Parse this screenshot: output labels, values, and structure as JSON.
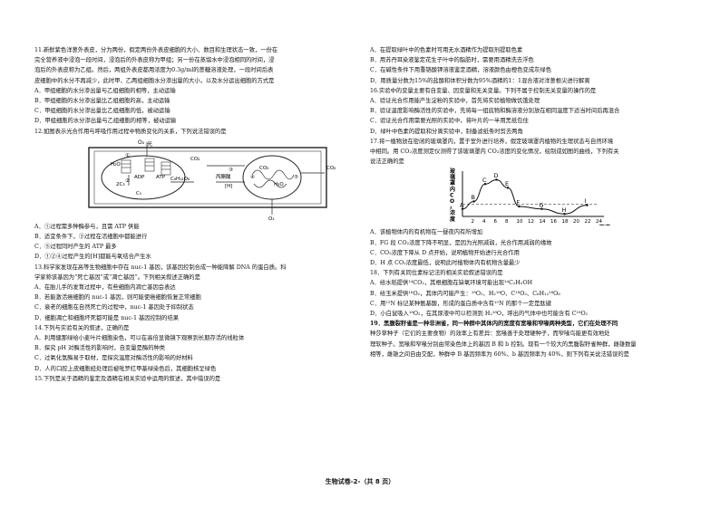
{
  "left": {
    "q11": {
      "stem": [
        "11.新鲜紫色洋葱外表皮，分为两份，假定两份外表皮细胞的大小、数目和生理状态一致，一份在",
        "完全营养液中浸泡一段时间，浸泡后的外表皮称为甲组；另一份在蒸馏水中浸泡相同的时间，浸",
        "泡后的外表皮称为乙组。然后，两组外表皮都用浓度为0.3g/ml的蔗糖溶液处理，一段时间后表",
        "皮细胞中的水分不再减少，此时甲、乙两组细胞水分渗出量的大小，以及水分运出细胞的方式是"
      ],
      "options": [
        "A．甲组细胞的水分渗出量与乙组细胞的相等，主动运输",
        "B．甲组细胞的水分渗出量比乙组细胞的高，主动运输",
        "C．甲组细胞的水分渗出量比乙组细胞的低，被动运输",
        "D．甲组细胞的水分渗出量与乙组细胞的相等，被动运输"
      ]
    },
    "q12": {
      "stem": [
        "12.如图表示光合作用与呼吸作用过程中物质变化的关系，下列说法错误的是"
      ],
      "diagram": {
        "light": "光",
        "h2o_1": "H₂O",
        "o2_top": "O₂",
        "adp": "ADP",
        "atp": "ATP",
        "c5": "2C₃",
        "ch2o": "C₆H₁₂O₆",
        "c5b": "C₅",
        "bingtong": "丙酮酸",
        "h1": "[H]",
        "co2_in": "CO₂",
        "h2o_2": "H₂O",
        "co2_out": "CO₂",
        "o2_bottom": "O₂",
        "n1": "①",
        "n2": "②",
        "n3": "③",
        "n4": "④",
        "n5": "⑤",
        "mito_co2": "CO₂",
        "mito_h2o": "H₂O"
      },
      "options": [
        "A．①过程需多种酶参与，且需 ATP 供能",
        "B．适宜条件下，③过程在活细胞中都能进行",
        "C．⑤过程同时产生的 ATP 最多",
        "D．①②④过程产生的[H]都能与氧结合产生水"
      ]
    },
    "q13": {
      "stem": [
        "13.科学家发现在高等生物细胞中存在 nuc-1 基因，该基因控制合成一种能降解 DNA 的蛋白质。科",
        "学家称该基因为“死亡基因”或“凋亡基因”。下列相关叙述正确的是"
      ],
      "options": [
        "A．在胎儿手的发育过程中，有些细胞内凋亡基因会表达",
        "B．若能激活癌细胞的 nuc-1 基因，则可能使癌细胞恢复正常细胞",
        "C．衰老的细胞在自然死亡的过程中，nuc-1 基因处于抑制状态",
        "D．细胞凋亡和细胞坏死都可能是 nuc-1 基因控制的结果"
      ]
    },
    "q14": {
      "stem": [
        "14.下列与实验有关的叙述，正确的是"
      ],
      "options": [
        "A．利用健那绿给小麦叶片细胞染色，可以在高倍显微镜下观察到长期存活的线粒体",
        "B．探究 pH 对酶活性的影响时，自变量是酶的种类",
        "C．过氧化氢酶易于取材，是探究温度对酶活性的影响的好材料",
        "D．人的口腔上皮细胞经处理后被吡罗红甲基绿染色后，其细胞核呈绿色"
      ]
    },
    "q15": {
      "stem": [
        "15.下列是关于酒精的鉴定及酒精在相关实验中运用的叙述，其中错误的是"
      ]
    }
  },
  "right": {
    "q15opts": [
      "A．在提取绿叶中的色素时可用无水酒精作为提取剂提取色素",
      "B．用苏丹Ⅲ染液鉴定花生子叶中的脂肪时，需要用酒精洗去浮色",
      "C．在碱性条件下用重铬酸钾溶液鉴定酒精，溶液颜色由橙色变成灰绿色",
      "D．用质量分数为15%的盐酸和体积分数为95%酒精的1：1混合液对洋葱根尖进行解离"
    ],
    "q16": {
      "stem": [
        "16.实验中的变量主要有自变量、因变量和无关变量。下列不属于控制无关变量的操作的是"
      ],
      "options": [
        "A．验证光合作用能产生淀粉的实验中，首先将实验植物做饥饿处理",
        "B．验证温度影响酶活性的实验中，先将每一组底物和酶溶液分别放在相同温度下适当时间后再混合",
        "C．验证光合作用需要光照的实验中，将叶片的一半用黑纸包住",
        "D．绿叶中色素的提取和分离实验中，制备滤纸条时剪去两角"
      ]
    },
    "q17": {
      "stem": [
        "17.将一植物放在密闭的玻璃罩内，置于室外进行培养，假定玻璃罩内植物的生理状态与自然环境",
        "中相同。用 CO₂浓度测定仪测得了该玻璃罩内 CO₂浓度的变化情况，绘制成如图的曲线，下列有关",
        "说法正确的是"
      ],
      "options": [
        "A．该植物体内的有机物在一昼夜内有所增加",
        "B．FG 段 CO₂浓度下降不明显，是因为光照减弱，光合作用减弱的缘故",
        "C．CO₂浓度下降从 D 点开始，说明植物开始进行光合作用",
        "D．H 点 CO₂浓度最低，说明此时植物体内有机物含量最少"
      ]
    },
    "q18": {
      "stem": [
        "18．下列有关同位素标记法的相关实验叙述错误的是"
      ],
      "options": [
        "A．给水稻提供¹⁴CO₂，其根细胞在缺氧环境可能出现¹⁴C₂H₅OH",
        "B．给玉米提供¹⁸O₂，其体内可能产生：¹⁸O₂、H₂¹⁸O、C¹⁸O₂、C₆H₁₂¹⁸O₆",
        "C．用¹⁵N 标记某种氨基酸，形成的蛋白质中含有¹⁵N 的那个一定是肽键",
        "D．小白鼠吸入¹⁸O₂，在其尿液中可以检测到 H₂¹⁸O，呼出的气体中也可能含有 C¹⁸O₂"
      ]
    },
    "q19": {
      "stem": [
        "19．黑腹裂籽雀是一种非洲雀，同一种群中其体内的宽度有宽喙和窄喙两种类型，它们在处理不同",
        "种莎草种子（它们的主要食物）的效率上有差异：宽喙善于处理硬种子，而窄喙鸟能更有效地处",
        "理软种子。宽喙和窄喙分别由常染色体上的基因 B 和 b 控制。现有一个较大的黑腹裂籽雀种群，雌雄数量",
        "相等，雌雄之间自由交配，种群中 B 基因频率为 60%、b 基因频率为 40%，则下列有关说法错误的是"
      ]
    }
  },
  "chart_data": {
    "type": "line",
    "title": "",
    "ylabel": "玻璃罩内CO₂浓度",
    "xlabel": "一天内",
    "x_ticks": [
      "2",
      "4",
      "6",
      "8",
      "10",
      "12",
      "14",
      "16",
      "18",
      "20",
      "22",
      "24"
    ],
    "points": [
      {
        "label": "A",
        "x": 0,
        "y": 0.6
      },
      {
        "label": "B",
        "x": 2,
        "y": 1.2
      },
      {
        "label": "C",
        "x": 4,
        "y": 2.6
      },
      {
        "label": "D",
        "x": 6,
        "y": 2.95
      },
      {
        "label": "E",
        "x": 8,
        "y": 2.3
      },
      {
        "label": "F",
        "x": 10,
        "y": 0.8
      },
      {
        "label": "G",
        "x": 14,
        "y": 0.6
      },
      {
        "label": "H",
        "x": 18,
        "y": 0.2
      },
      {
        "label": "I",
        "x": 22,
        "y": 0.9
      }
    ],
    "dashed_line_y": 1.0
  },
  "footer": "生物试卷-2-（共 8 页）"
}
